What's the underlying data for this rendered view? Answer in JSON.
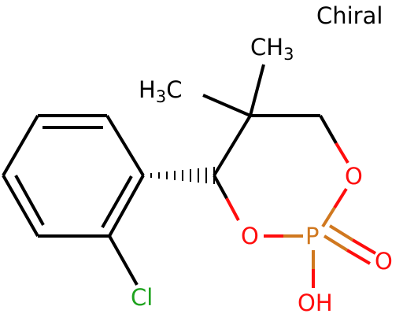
{
  "chiral_label": "Chiral",
  "atoms": {
    "methyl_top": {
      "symbol": "CH",
      "subscript": "3"
    },
    "methyl_left": {
      "prefix": "H",
      "subscript": "3",
      "symbol": "C"
    },
    "oxygen_ring_right": "O",
    "oxygen_ring_left": "O",
    "phosphorus": "P",
    "oxygen_double": "O",
    "hydroxyl": "OH",
    "chlorine": "Cl"
  },
  "colors": {
    "bond": "#000000",
    "oxygen": "#ff0d0d",
    "phosphorus": "#d0781f",
    "chlorine": "#1fa31f",
    "carbon": "#000000",
    "background": "#ffffff"
  }
}
